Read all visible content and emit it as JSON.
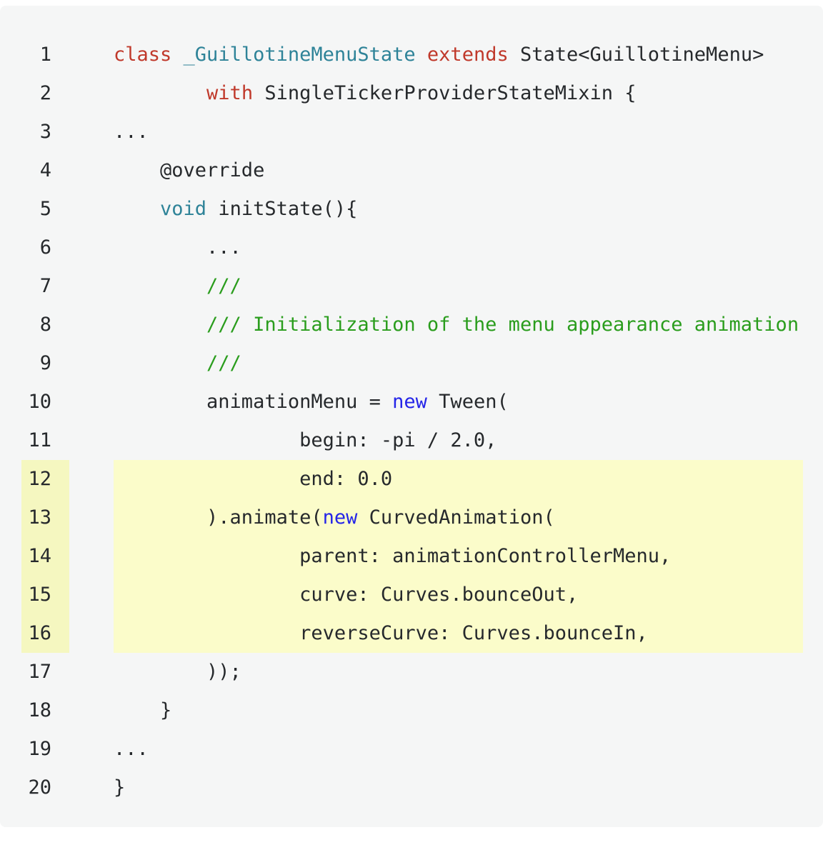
{
  "palette": {
    "page_bg": "#ffffff",
    "card_bg": "#f5f6f6",
    "kw": "#c0392b",
    "ty": "#2e8398",
    "nw": "#2525e8",
    "cm": "#2a9d1d",
    "pl": "#26292c",
    "ln": "#26292c",
    "hl_gutter": "#f5f7c0",
    "hl_code": "#fbfcca"
  },
  "code": {
    "highlighted_lines": [
      12,
      13,
      14,
      15,
      16
    ],
    "lines": [
      {
        "n": "1",
        "hl": false,
        "tokens": [
          [
            "class",
            "kw"
          ],
          [
            " ",
            "pl"
          ],
          [
            "_GuillotineMenuState",
            "ty"
          ],
          [
            " ",
            "pl"
          ],
          [
            "extends",
            "kw"
          ],
          [
            " State<GuillotineMenu>",
            "pl"
          ]
        ]
      },
      {
        "n": "2",
        "hl": false,
        "tokens": [
          [
            "        ",
            "pl"
          ],
          [
            "with",
            "kw"
          ],
          [
            " SingleTickerProviderStateMixin {",
            "pl"
          ]
        ]
      },
      {
        "n": "3",
        "hl": false,
        "tokens": [
          [
            "...",
            "pl"
          ]
        ]
      },
      {
        "n": "4",
        "hl": false,
        "tokens": [
          [
            "    @override",
            "pl"
          ]
        ]
      },
      {
        "n": "5",
        "hl": false,
        "tokens": [
          [
            "    ",
            "pl"
          ],
          [
            "void",
            "ty"
          ],
          [
            " initState(){",
            "pl"
          ]
        ]
      },
      {
        "n": "6",
        "hl": false,
        "tokens": [
          [
            "        ...",
            "pl"
          ]
        ]
      },
      {
        "n": "7",
        "hl": false,
        "tokens": [
          [
            "        ",
            "pl"
          ],
          [
            "///",
            "cm"
          ]
        ]
      },
      {
        "n": "8",
        "hl": false,
        "tokens": [
          [
            "        ",
            "pl"
          ],
          [
            "/// Initialization of the menu appearance animation",
            "cm"
          ]
        ]
      },
      {
        "n": "9",
        "hl": false,
        "tokens": [
          [
            "        ",
            "pl"
          ],
          [
            "///",
            "cm"
          ]
        ]
      },
      {
        "n": "10",
        "hl": false,
        "tokens": [
          [
            "        animationMenu = ",
            "pl"
          ],
          [
            "new",
            "nw"
          ],
          [
            " Tween(",
            "pl"
          ]
        ]
      },
      {
        "n": "11",
        "hl": false,
        "tokens": [
          [
            "                begin: -pi / 2.0,",
            "pl"
          ]
        ]
      },
      {
        "n": "12",
        "hl": true,
        "tokens": [
          [
            "                end: 0.0",
            "pl"
          ]
        ]
      },
      {
        "n": "13",
        "hl": true,
        "tokens": [
          [
            "        ).animate(",
            "pl"
          ],
          [
            "new",
            "nw"
          ],
          [
            " CurvedAnimation(",
            "pl"
          ]
        ]
      },
      {
        "n": "14",
        "hl": true,
        "tokens": [
          [
            "                parent: animationControllerMenu,",
            "pl"
          ]
        ]
      },
      {
        "n": "15",
        "hl": true,
        "tokens": [
          [
            "                curve: Curves.bounceOut,",
            "pl"
          ]
        ]
      },
      {
        "n": "16",
        "hl": true,
        "tokens": [
          [
            "                reverseCurve: Curves.bounceIn,",
            "pl"
          ]
        ]
      },
      {
        "n": "17",
        "hl": false,
        "tokens": [
          [
            "        ));",
            "pl"
          ]
        ]
      },
      {
        "n": "18",
        "hl": false,
        "tokens": [
          [
            "    }",
            "pl"
          ]
        ]
      },
      {
        "n": "19",
        "hl": false,
        "tokens": [
          [
            "...",
            "pl"
          ]
        ]
      },
      {
        "n": "20",
        "hl": false,
        "tokens": [
          [
            "}",
            "pl"
          ]
        ]
      }
    ]
  }
}
